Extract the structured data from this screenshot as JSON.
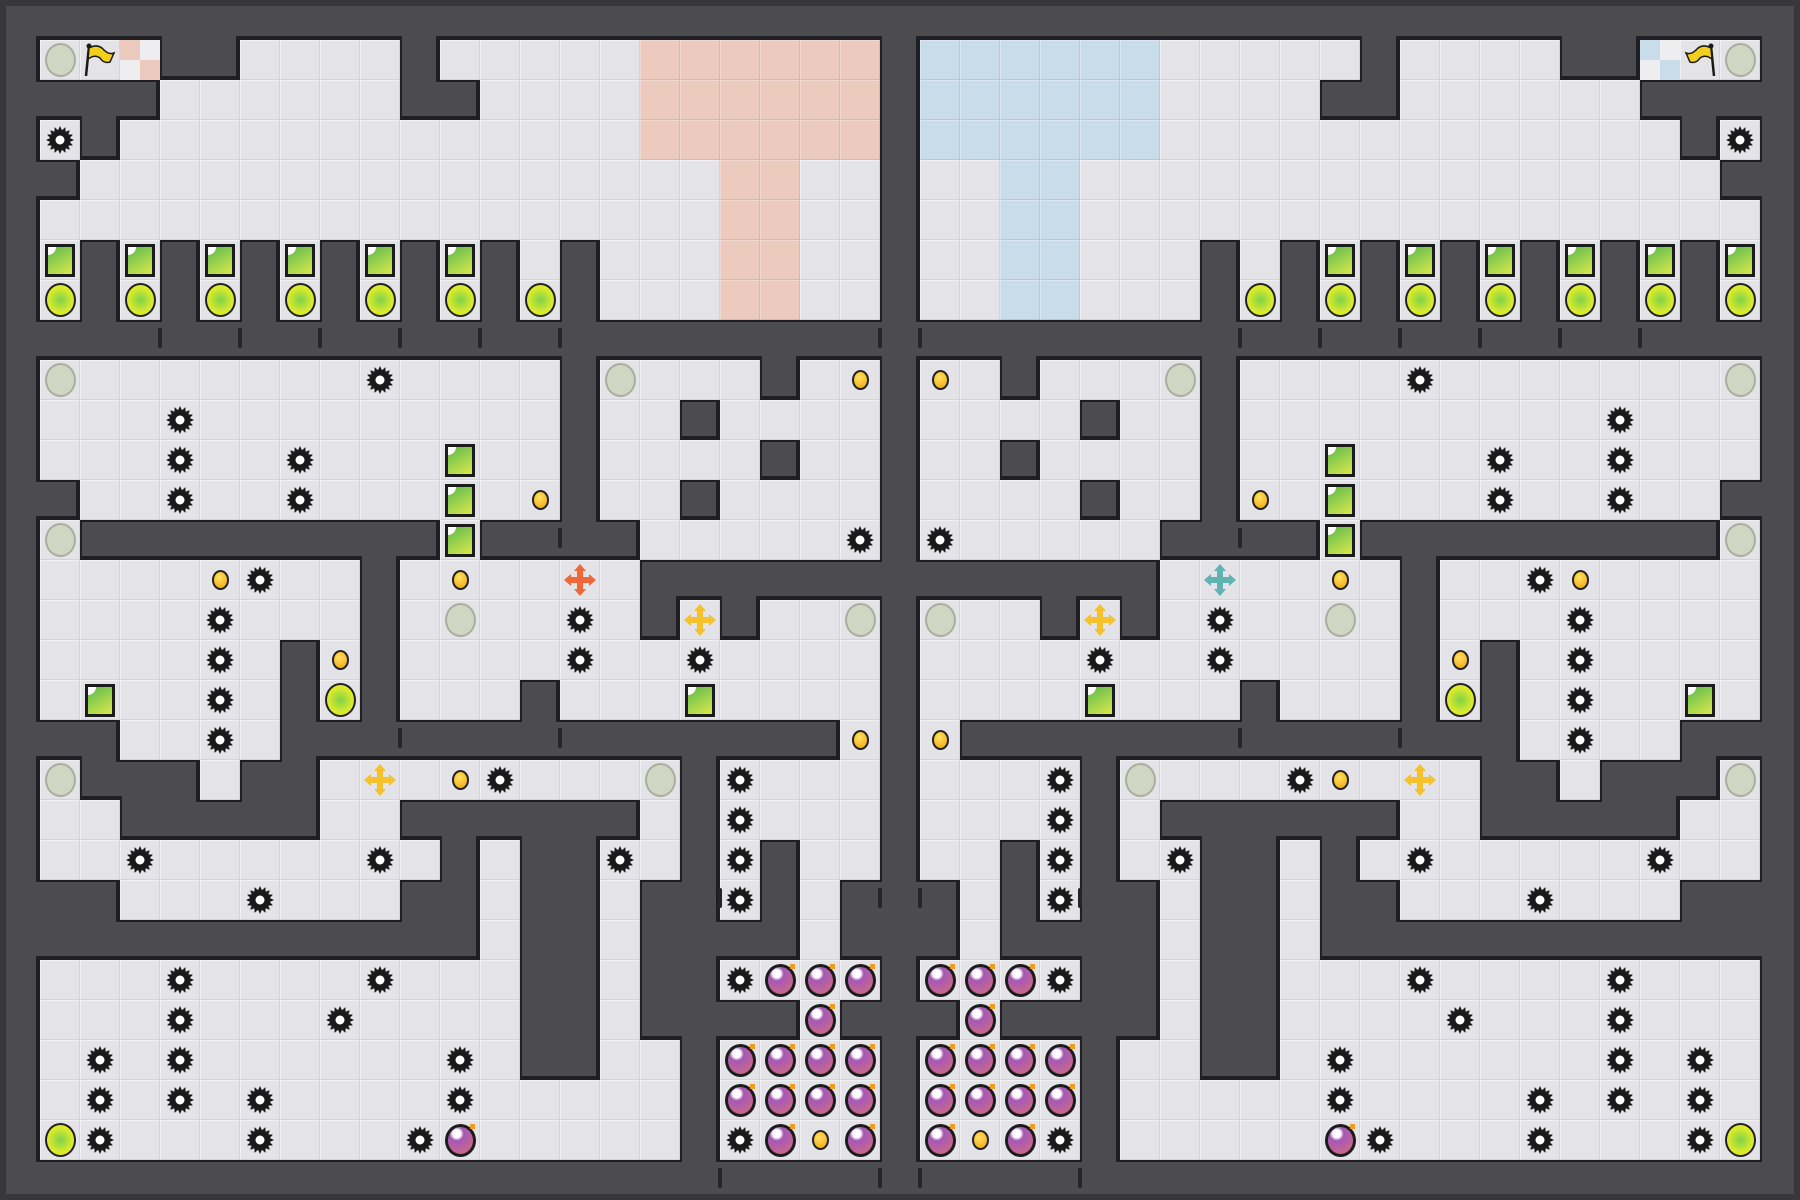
{
  "game": {
    "view": "level-map",
    "legend": {
      "gear": "saw-gear-hazard",
      "coin": "coin",
      "ball": "green-orb",
      "block": "green-block",
      "grey_circle": "grey-switch",
      "bomb": "bomb",
      "plus_orange": "move-arrows-orange",
      "plus_yellow": "move-arrows-yellow",
      "plus_teal": "move-arrows-teal",
      "flag": "goal-flag"
    }
  },
  "palette": {
    "wall": "#4b4b50",
    "floor": "#e4e4e8",
    "team_left": "#eccbbe",
    "team_right": "#c8dcea",
    "plus_orange": "#f0683a",
    "plus_yellow": "#f5c12c",
    "plus_teal": "#5fb3b0",
    "flag": "#f2cf1d"
  }
}
